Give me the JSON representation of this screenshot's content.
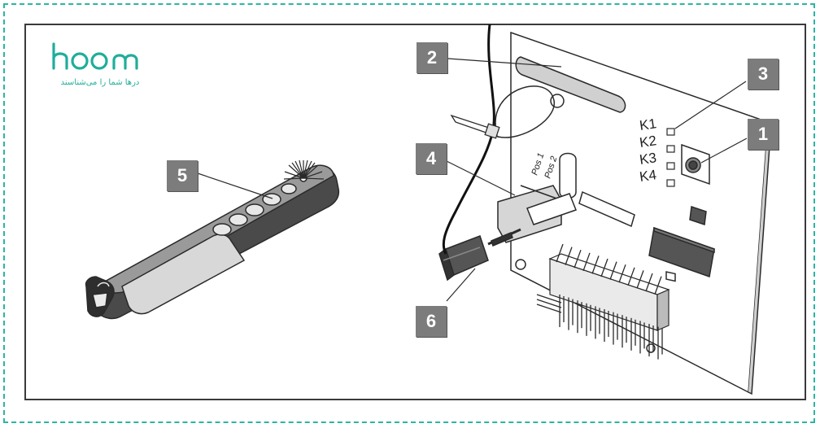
{
  "brand": {
    "logo_text": "hoom",
    "tagline": "درها شما را می‌شناسند",
    "color": "#1fae9b"
  },
  "callouts": {
    "c1": "1",
    "c2": "2",
    "c3": "3",
    "c4": "4",
    "c5": "5",
    "c6": "6"
  },
  "board_labels": {
    "k1": "K1",
    "k2": "K2",
    "k3": "K3",
    "k4": "K4",
    "pos1": "Pos 1",
    "pos2": "Pos 2"
  },
  "colors": {
    "dash_border": "#2bb5a4",
    "callout_bg": "#7c7c7c"
  }
}
